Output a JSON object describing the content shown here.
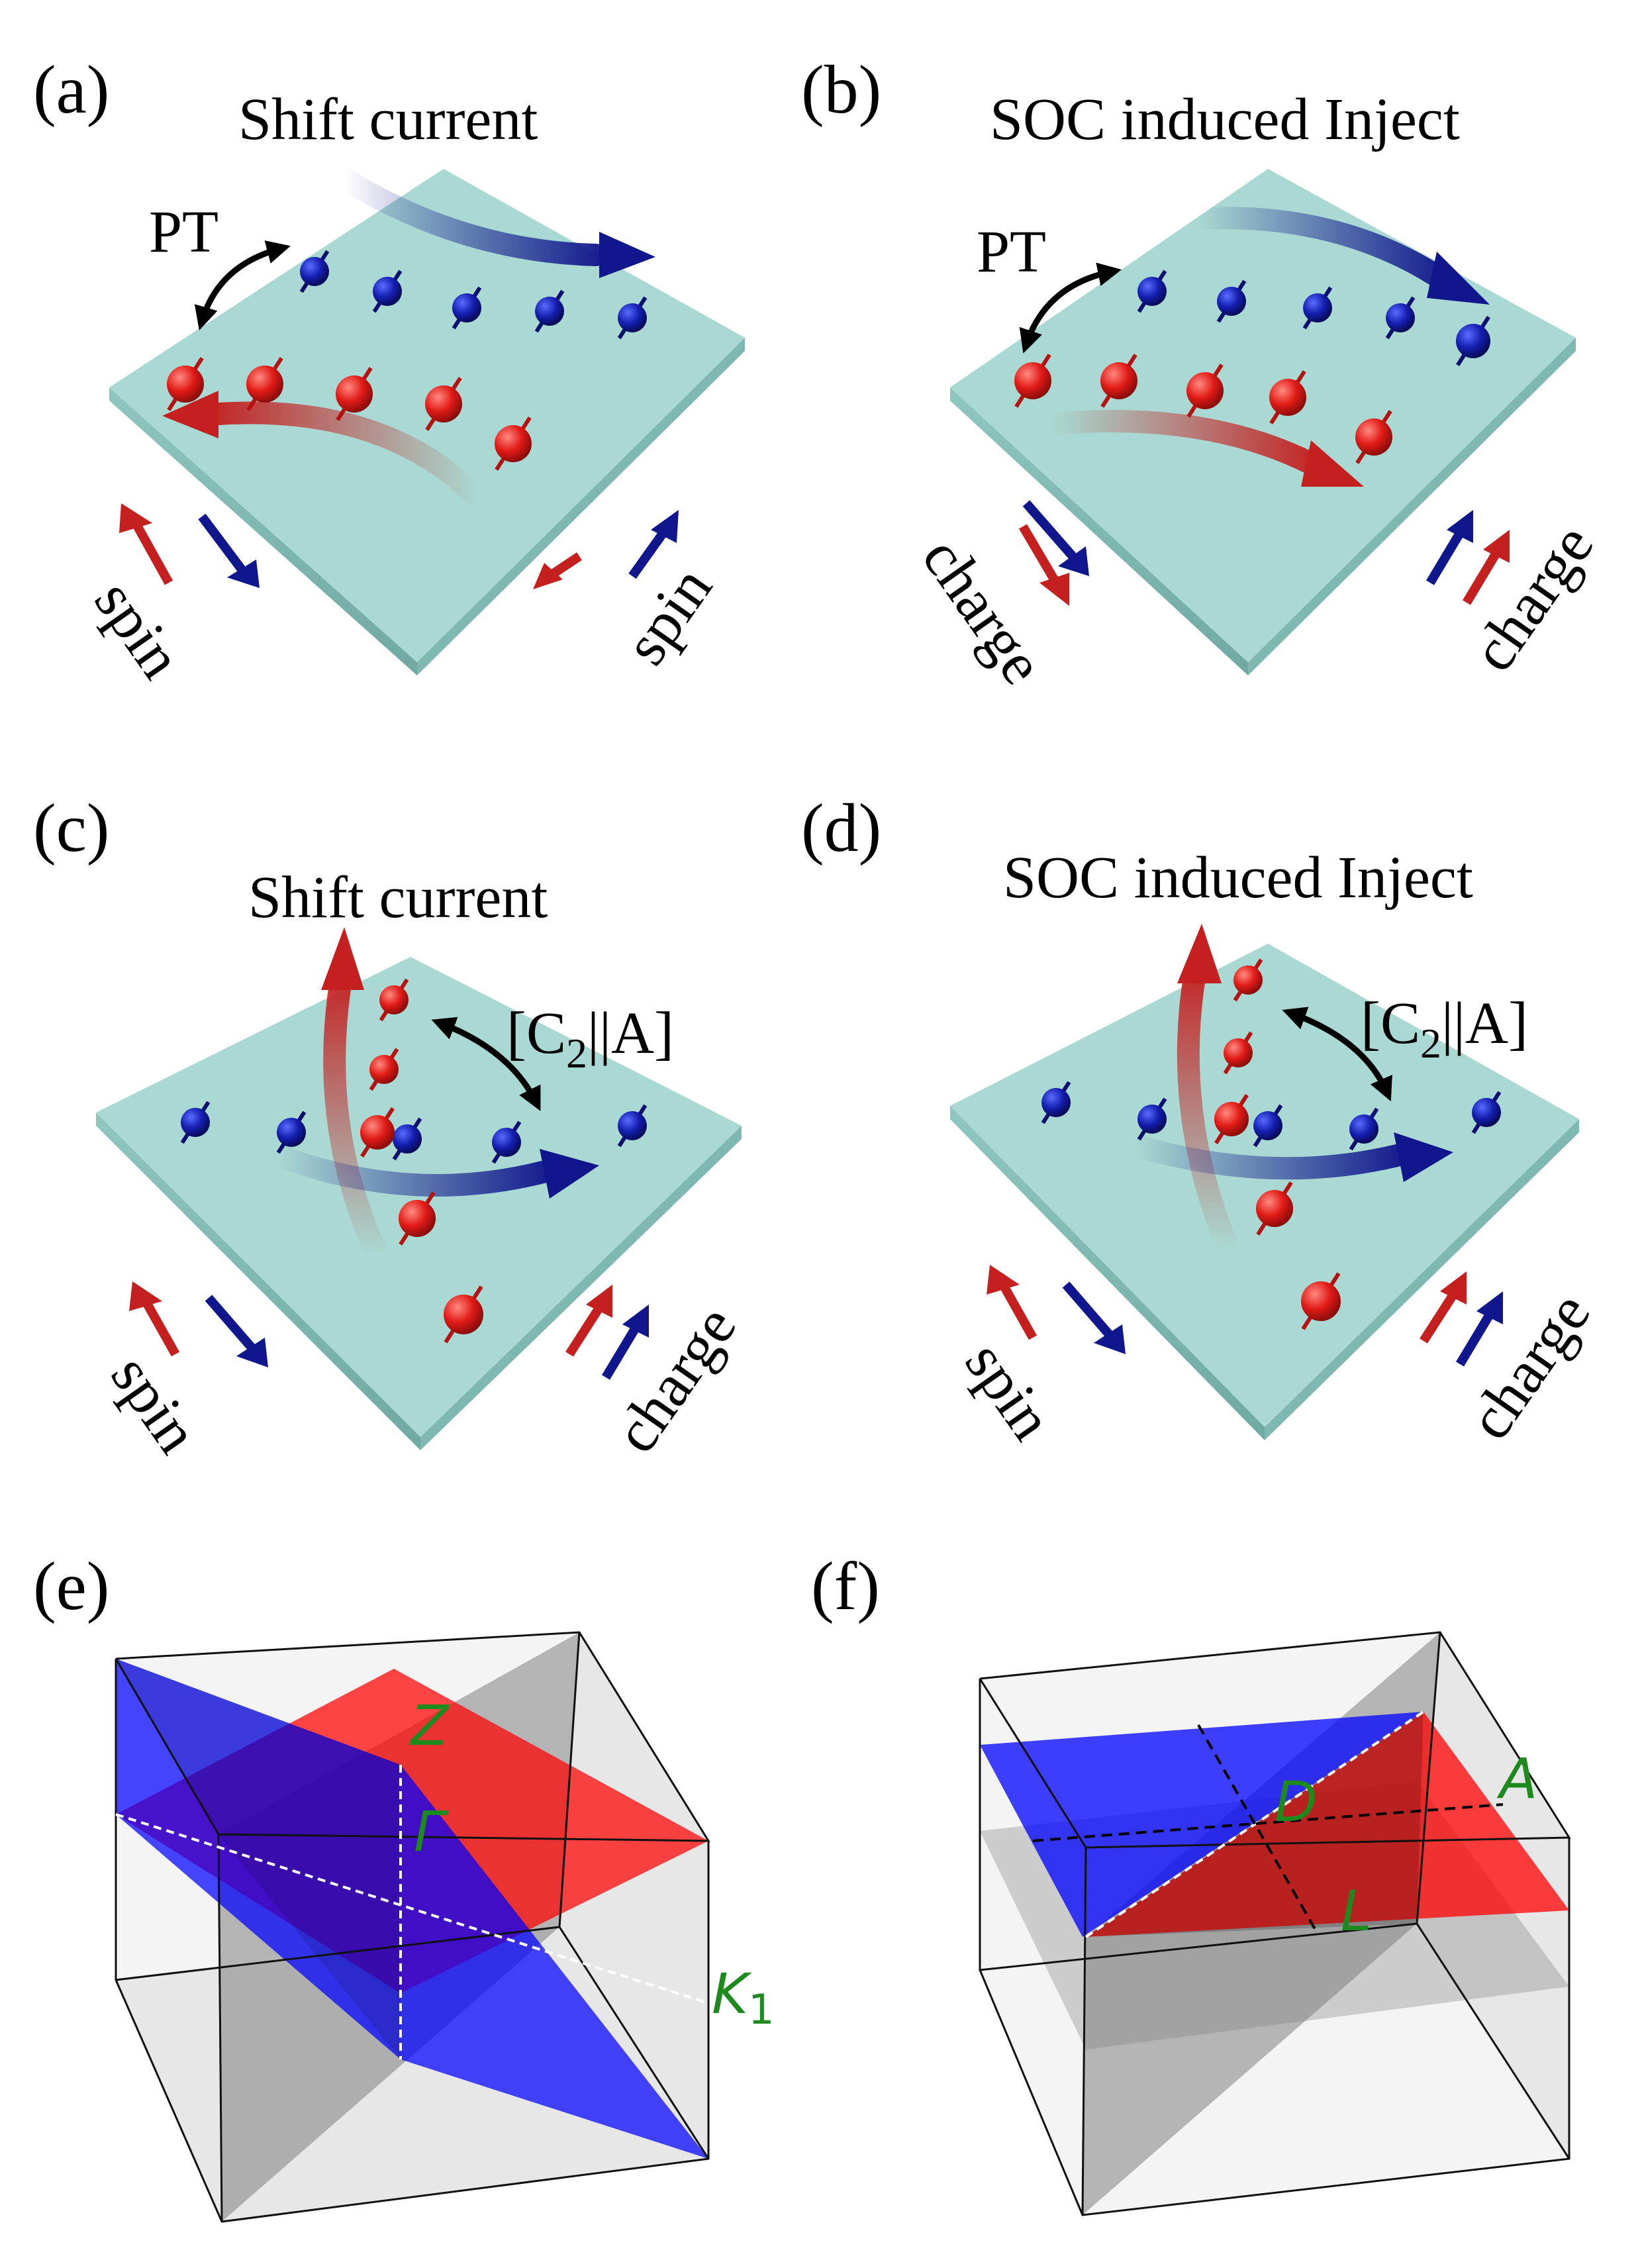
{
  "panels": {
    "a": {
      "label": "(a)",
      "title": "Shift current",
      "symmetry": "PT",
      "left_label": "spin",
      "right_label": "spin"
    },
    "b": {
      "label": "(b)",
      "title": "SOC induced Inject",
      "symmetry": "PT",
      "left_label": "charge",
      "right_label": "charge"
    },
    "c": {
      "label": "(c)",
      "title": "Shift current",
      "symmetry": "[C",
      "symmetry_sub": "2",
      "symmetry_tail": "||A]",
      "left_label": "spin",
      "right_label": "charge"
    },
    "d": {
      "label": "(d)",
      "title": "SOC induced Inject",
      "symmetry": "[C",
      "symmetry_sub": "2",
      "symmetry_tail": "||A]",
      "left_label": "spin",
      "right_label": "charge"
    },
    "e": {
      "label": "(e)",
      "points": {
        "z": "Z",
        "gamma": "Γ",
        "k": "K",
        "k_sub": "1"
      }
    },
    "f": {
      "label": "(f)",
      "points": {
        "d": "D",
        "a": "A",
        "l": "L"
      }
    }
  },
  "colors": {
    "spin_up": "#d42020",
    "spin_down": "#10168c",
    "slab": "#a9d9d2",
    "plane_blue": "#0000ff",
    "plane_red": "#ff0000",
    "point_label": "#1c8a1c"
  }
}
